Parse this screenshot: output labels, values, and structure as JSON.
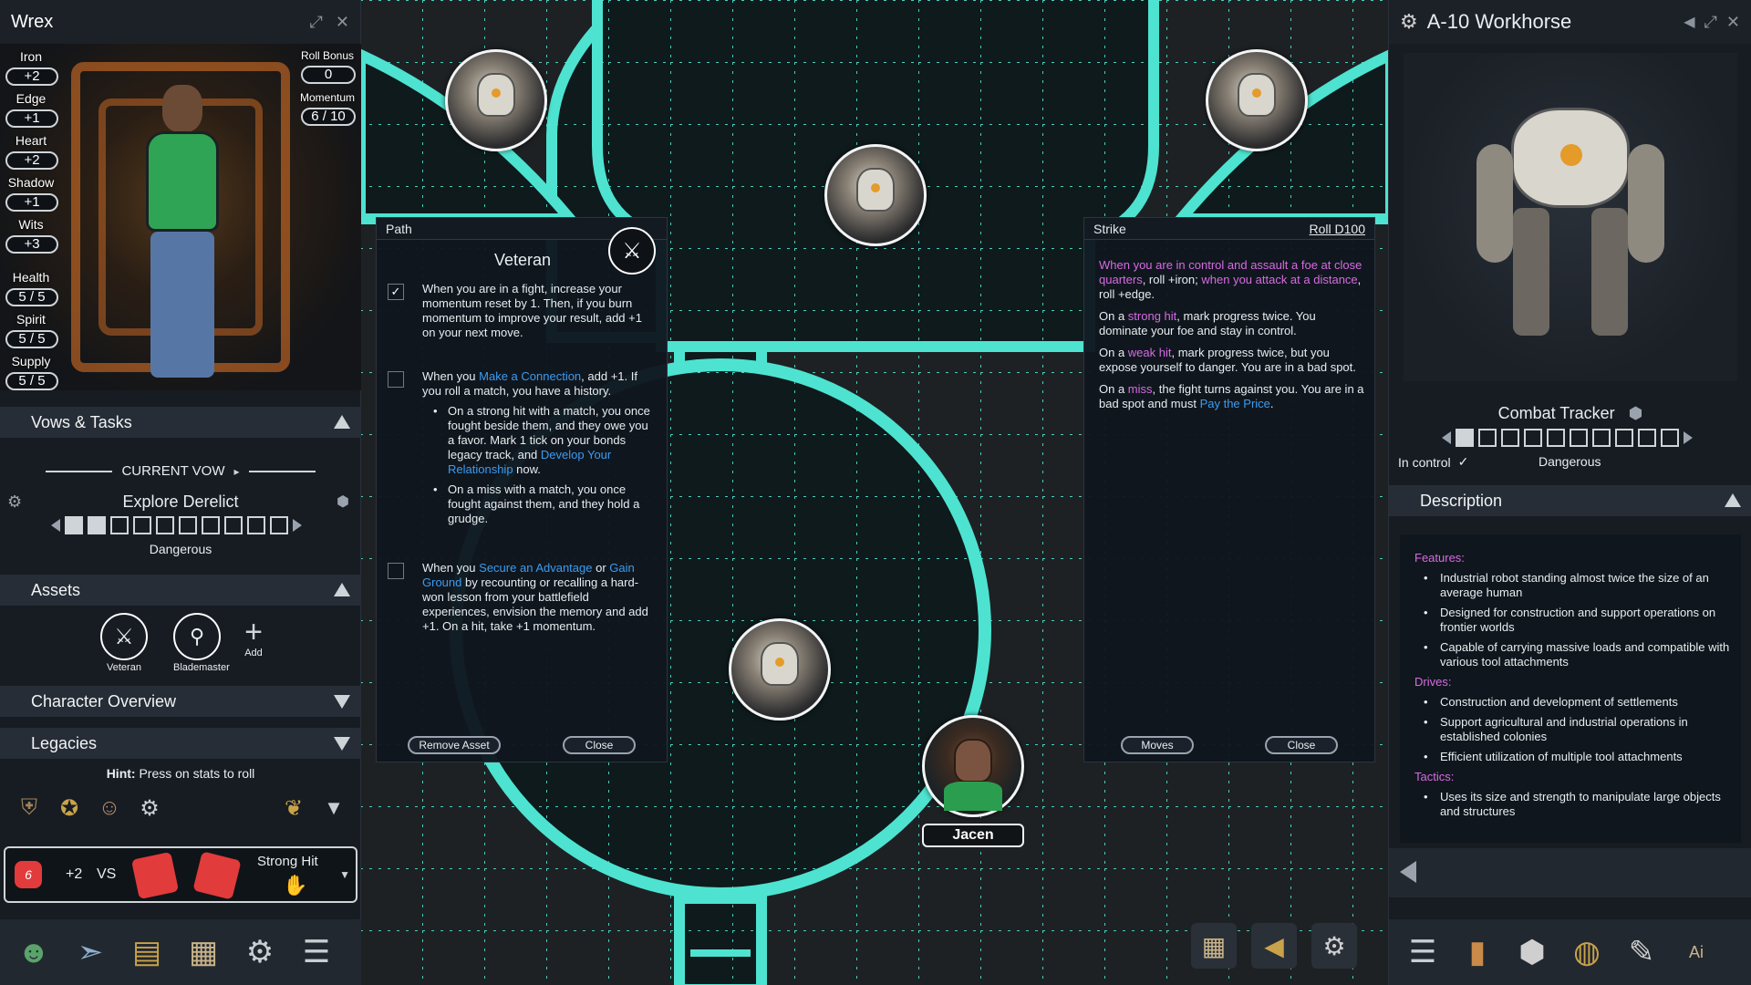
{
  "character": {
    "name": "Wrex",
    "stats": [
      {
        "label": "Iron",
        "value": "+2"
      },
      {
        "label": "Edge",
        "value": "+1"
      },
      {
        "label": "Heart",
        "value": "+2"
      },
      {
        "label": "Shadow",
        "value": "+1"
      },
      {
        "label": "Wits",
        "value": "+3"
      }
    ],
    "meters": [
      {
        "label": "Health",
        "value": "5 / 5"
      },
      {
        "label": "Spirit",
        "value": "5 / 5"
      },
      {
        "label": "Supply",
        "value": "5 / 5"
      }
    ],
    "roll_bonus": {
      "label": "Roll Bonus",
      "value": "0"
    },
    "momentum": {
      "label": "Momentum",
      "value": "6 / 10"
    }
  },
  "vows": {
    "section_label": "Vows & Tasks",
    "current_vow_label": "CURRENT VOW",
    "vow_name": "Explore Derelict",
    "rank": "Dangerous",
    "progress_filled": 2,
    "progress_total": 10
  },
  "assets": {
    "section_label": "Assets",
    "items": [
      {
        "label": "Veteran",
        "icon": "swords-icon"
      },
      {
        "label": "Blademaster",
        "icon": "blademaster-icon"
      }
    ],
    "add_label": "Add"
  },
  "sections": {
    "overview": "Character Overview",
    "legacies": "Legacies"
  },
  "hint": {
    "prefix": "Hint:",
    "text": " Press on stats to roll"
  },
  "roll": {
    "action_die": "6",
    "bonus": "+2",
    "vs": "VS",
    "result": "Strong Hit"
  },
  "path_panel": {
    "header": "Path",
    "title": "Veteran",
    "ability1": {
      "checked": true,
      "text": "When you are in a fight, increase your momentum reset by 1. Then, if you burn momentum to improve your result, add +1 on your next move."
    },
    "ability2": {
      "pre": "When you ",
      "link": "Make a Connection",
      "post": ", add +1. If you roll a match, you have a history.",
      "bullet1_pre": "On a strong hit with a match, you once fought beside them, and they owe you a favor. Mark 1 tick on your bonds legacy track, and ",
      "bullet1_link": "Develop Your Relationship",
      "bullet1_post": " now.",
      "bullet2": "On a miss with a match, you once fought against them, and they hold a grudge."
    },
    "ability3": {
      "pre": "When you ",
      "link1": "Secure an Advantage",
      "mid": " or ",
      "link2": "Gain Ground",
      "post": " by recounting or recalling a hard-won lesson from your battlefield experiences, envision the memory and add +1. On a hit, take +1 momentum."
    },
    "remove_label": "Remove Asset",
    "close_label": "Close"
  },
  "strike_panel": {
    "header": "Strike",
    "roll_label": "Roll D100",
    "p1_a": "When you are in control and assault a foe at close quarters",
    "p1_b": ", roll +iron; ",
    "p1_c": "when you attack at a distance",
    "p1_d": ", roll +edge.",
    "p2_a": "On a ",
    "p2_b": "strong hit",
    "p2_c": ", mark progress twice. You dominate your foe and stay in control.",
    "p3_a": "On a ",
    "p3_b": "weak hit",
    "p3_c": ", mark progress twice, but you expose yourself to danger. You are in a bad spot.",
    "p4_a": "On a ",
    "p4_b": "miss",
    "p4_c": ", the fight turns against you. You are in a bad spot and must ",
    "p4_d": "Pay the Price",
    "p4_e": ".",
    "moves_label": "Moves",
    "close_label": "Close"
  },
  "token_label": "Jacen",
  "foe": {
    "name": "A-10 Workhorse",
    "tracker_label": "Combat Tracker",
    "in_control_label": "In control",
    "rank": "Dangerous",
    "progress_filled": 1,
    "progress_total": 10,
    "description_label": "Description",
    "features_label": "Features:",
    "features": [
      "Industrial robot standing almost twice the size of an average human",
      "Designed for construction and support operations on frontier worlds",
      "Capable of carrying massive loads and compatible with various tool attachments"
    ],
    "drives_label": "Drives:",
    "drives": [
      "Construction and development of settlements",
      "Support agricultural and industrial operations in established colonies",
      "Efficient utilization of multiple tool attachments"
    ],
    "tactics_label": "Tactics:",
    "tactics": [
      "Uses its size and strength to manipulate large objects and structures"
    ]
  },
  "colors": {
    "map_accent": "#4de3d0",
    "link_blue": "#3c9cf0",
    "highlight_pink": "#d66be2",
    "die_red": "#e23b3b"
  },
  "icons": {
    "left_toolbar": [
      "armor-icon",
      "laurel-icon",
      "character-icon",
      "gear-icon",
      "wings-icon",
      "chevron-down-icon"
    ],
    "left_bottom": [
      "avatar-icon",
      "starship-icon",
      "journal-icon",
      "map-icon",
      "settings-icon",
      "menu-icon"
    ],
    "map_bottom": [
      "map-icon",
      "back-arrow-icon",
      "token-icon"
    ],
    "right_bottom": [
      "menu-icon",
      "card-icon",
      "dice-icon",
      "globe-icon",
      "oracle-icon",
      "ai-icon"
    ]
  },
  "right_toolbar_ai": "Ai"
}
